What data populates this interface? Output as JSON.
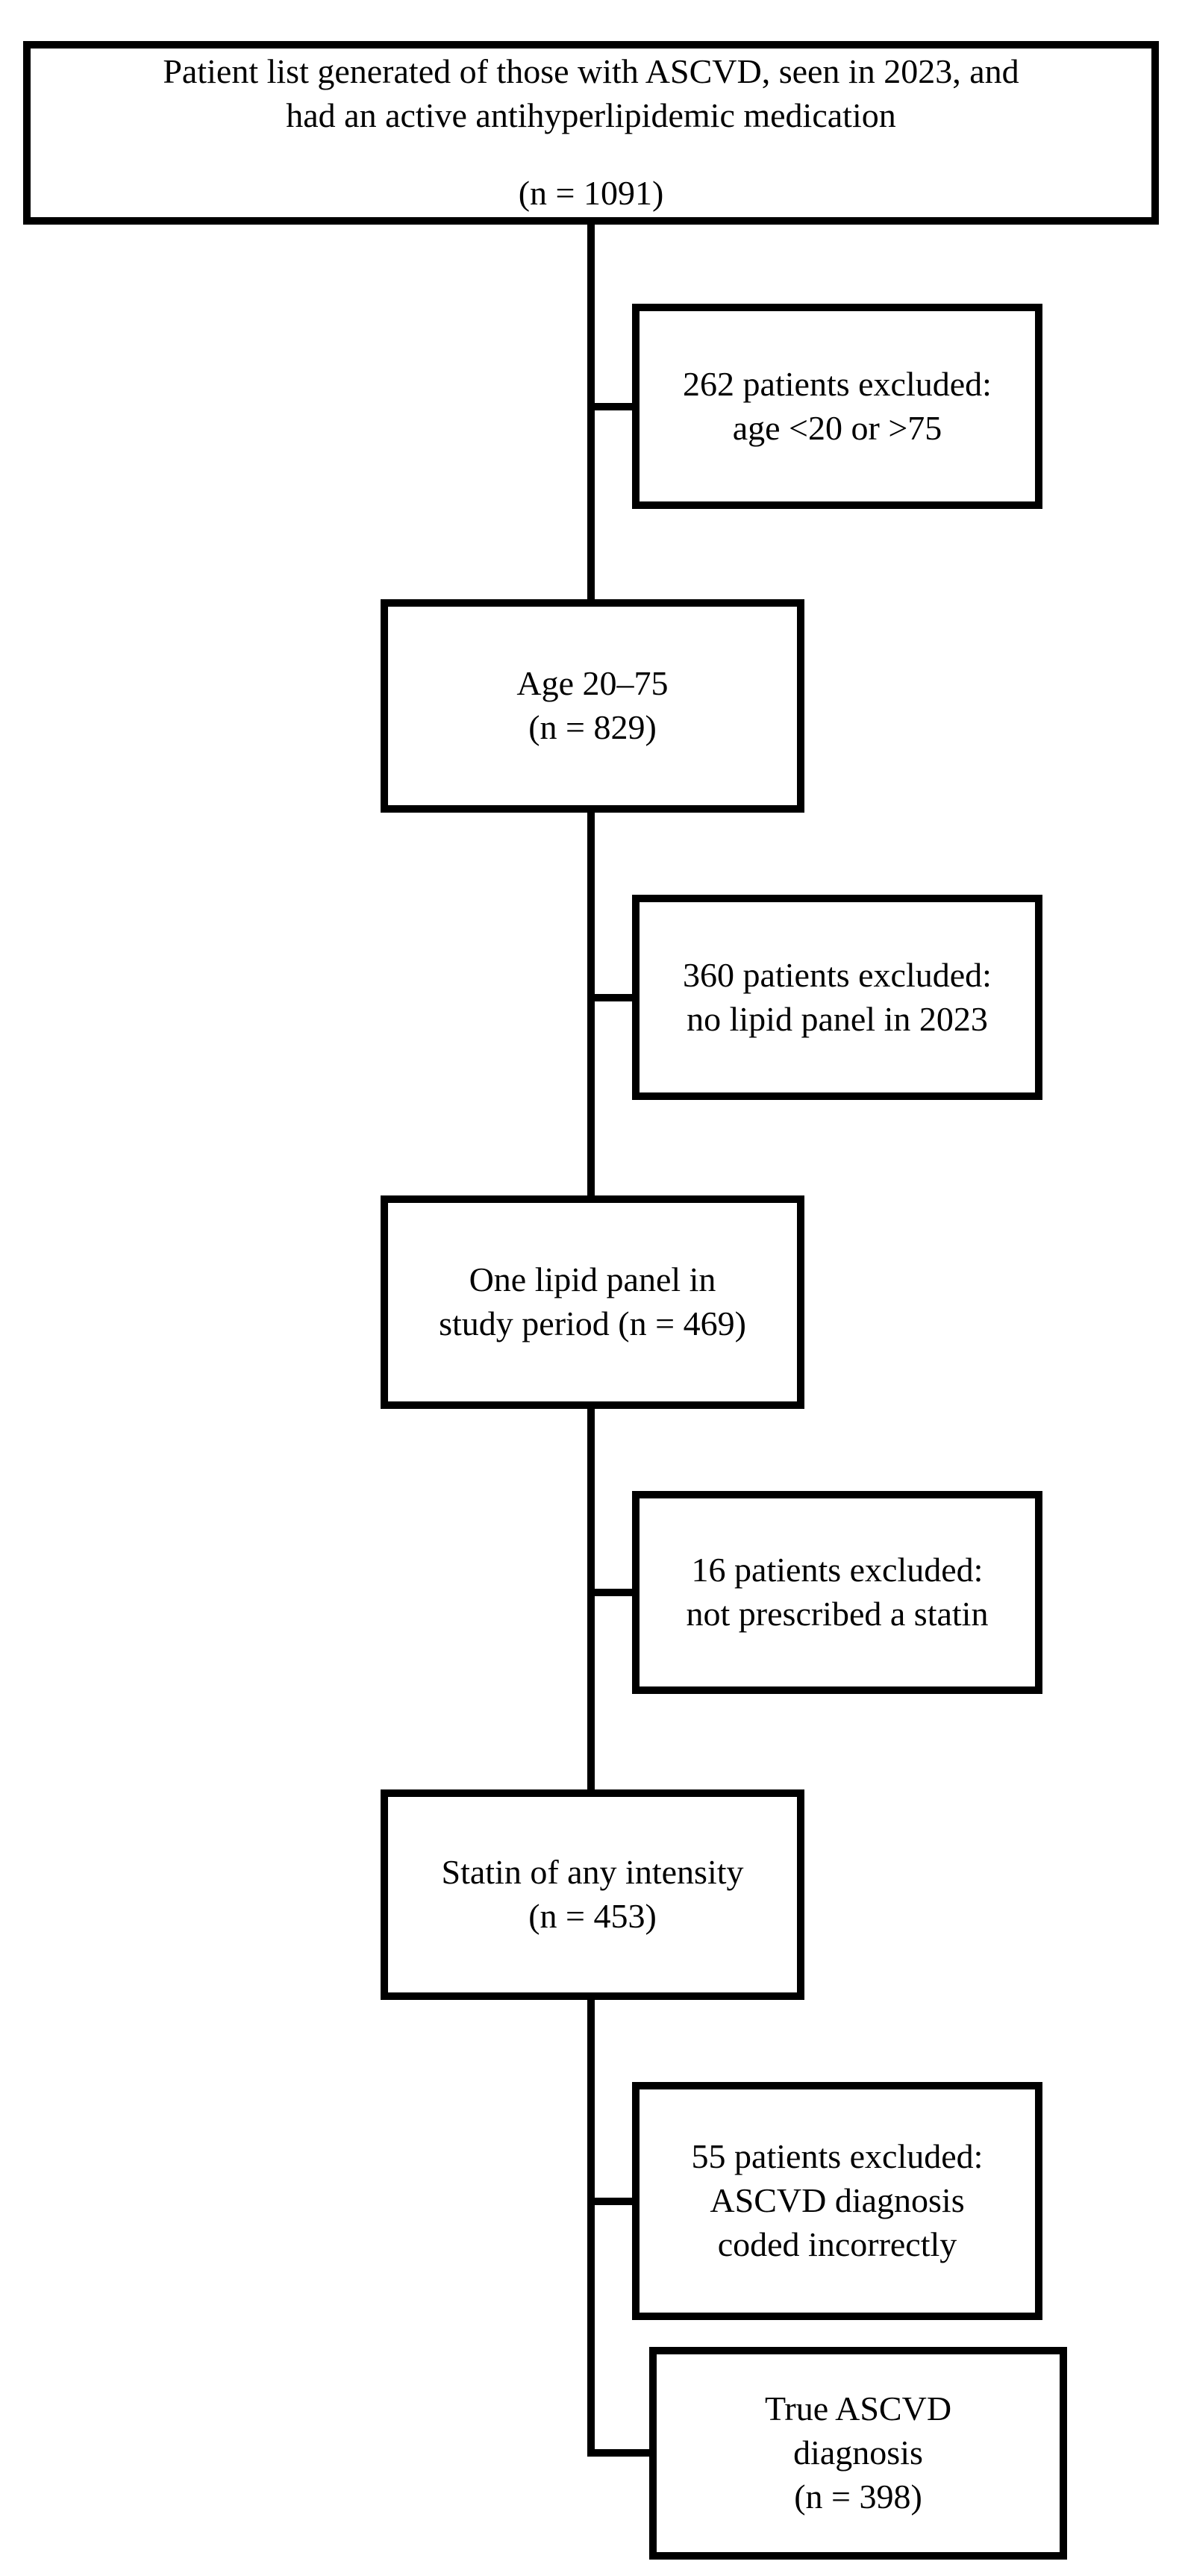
{
  "figure": {
    "background_color": "#ffffff",
    "line_color": "#000000",
    "boxes": [
      {
        "id": "source-population",
        "role": "stage",
        "lines": [
          "Patient list generated of those with ASCVD, seen in 2023, and",
          "had an active antihyperlipidemic medication"
        ],
        "n": "(n = 1091)"
      },
      {
        "id": "excluded-age",
        "role": "exclusion",
        "lines": [
          "262 patients excluded:",
          "age <20 or >75"
        ]
      },
      {
        "id": "age-20-75",
        "role": "stage",
        "lines": [
          "Age 20–75"
        ],
        "n": "(n = 829)"
      },
      {
        "id": "excluded-no-lipid-panel",
        "role": "exclusion",
        "lines": [
          "360 patients excluded:",
          "no lipid panel in 2023"
        ]
      },
      {
        "id": "one-lipid-panel",
        "role": "stage",
        "lines": [
          "One lipid panel in",
          "study period (n = 469)"
        ]
      },
      {
        "id": "excluded-no-statin",
        "role": "exclusion",
        "lines": [
          "16 patients excluded:",
          "not prescribed a statin"
        ]
      },
      {
        "id": "statin-any-intensity",
        "role": "stage",
        "lines": [
          "Statin of any intensity"
        ],
        "n": "(n = 453)"
      },
      {
        "id": "excluded-ascvd-coding",
        "role": "exclusion",
        "lines": [
          "55 patients excluded:",
          "ASCVD diagnosis",
          "coded incorrectly"
        ]
      },
      {
        "id": "true-ascvd",
        "role": "stage",
        "lines": [
          "True ASCVD",
          "diagnosis"
        ],
        "n": "(n = 398)"
      }
    ]
  }
}
